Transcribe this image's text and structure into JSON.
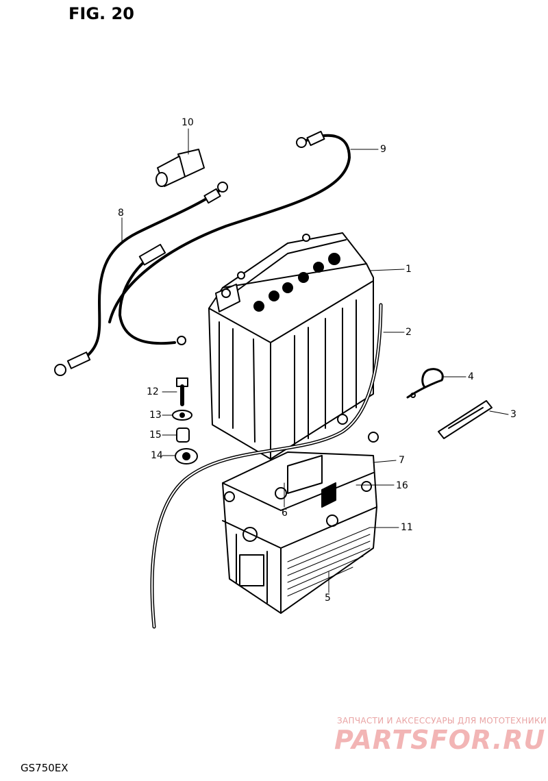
{
  "figure": {
    "title": "FIG. 20",
    "model": "GS750EX"
  },
  "callouts": [
    {
      "num": "1"
    },
    {
      "num": "2"
    },
    {
      "num": "3"
    },
    {
      "num": "4"
    },
    {
      "num": "5"
    },
    {
      "num": "6"
    },
    {
      "num": "7"
    },
    {
      "num": "8"
    },
    {
      "num": "9"
    },
    {
      "num": "10"
    },
    {
      "num": "11"
    },
    {
      "num": "12"
    },
    {
      "num": "13"
    },
    {
      "num": "14"
    },
    {
      "num": "15"
    },
    {
      "num": "16"
    }
  ],
  "watermark": {
    "tagline": "ЗАПЧАСТИ И АКСЕССУАРЫ ДЛЯ МОТОТЕХНИКИ",
    "logo": "PARTSFOR.RU"
  }
}
